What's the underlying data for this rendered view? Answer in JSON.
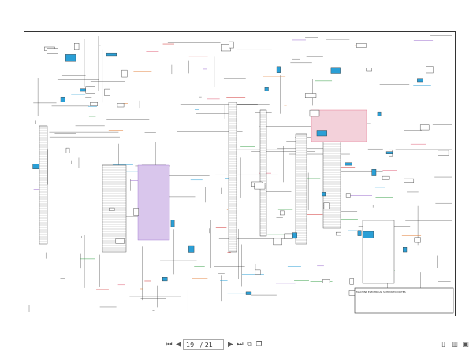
{
  "viewer": {
    "page_current": "19",
    "page_separator": "/",
    "page_total": "21",
    "colors": {
      "frame": "#333333",
      "wire": "#333333",
      "blue": "#2a9fd6",
      "orange": "#e07a30",
      "pink": "#e0607a",
      "purple": "#9a6acd",
      "green": "#3aa04a",
      "red": "#d03030"
    }
  },
  "toolbar": {
    "first_icon": "first-page-icon",
    "prev_icon": "previous-page-icon",
    "next_icon": "next-page-icon",
    "last_icon": "last-page-icon",
    "right_icons": [
      "copy-icon",
      "copy-icon",
      "single-page-icon",
      "two-page-icon",
      "fit-page-icon"
    ]
  },
  "notes_block": {
    "heading": "MACHINE ELECTRICAL SCHEMATIC NOTES"
  }
}
